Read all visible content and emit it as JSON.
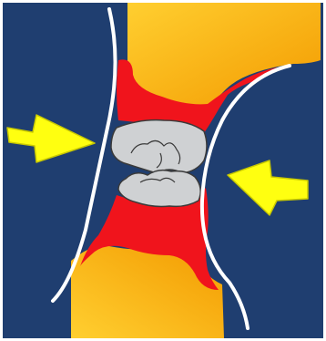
{
  "diagram": {
    "colors": {
      "background": "#1f3e70",
      "frame": "#ffffff",
      "bone_gradient_light": "#ffcf30",
      "bone_gradient_dark": "#f39a00",
      "cartilage": "#f0141c",
      "meniscus_fill": "#cfd1d3",
      "meniscus_outline": "#3a3a3a",
      "arrow_fill": "#ffff10",
      "arrow_outline": "#c8c800",
      "boundary_line": "#ffffff"
    },
    "elements": [
      {
        "name": "upper-bone",
        "kind": "bone"
      },
      {
        "name": "lower-bone",
        "kind": "bone"
      },
      {
        "name": "upper-cartilage",
        "kind": "cartilage"
      },
      {
        "name": "lower-cartilage",
        "kind": "cartilage"
      },
      {
        "name": "upper-meniscus",
        "kind": "meniscus"
      },
      {
        "name": "lower-meniscus",
        "kind": "meniscus"
      },
      {
        "name": "left-boundary-line",
        "kind": "boundary"
      },
      {
        "name": "right-boundary-line",
        "kind": "boundary"
      },
      {
        "name": "left-compression-arrow",
        "kind": "arrow",
        "direction": "right"
      },
      {
        "name": "right-compression-arrow",
        "kind": "arrow",
        "direction": "left"
      }
    ]
  }
}
